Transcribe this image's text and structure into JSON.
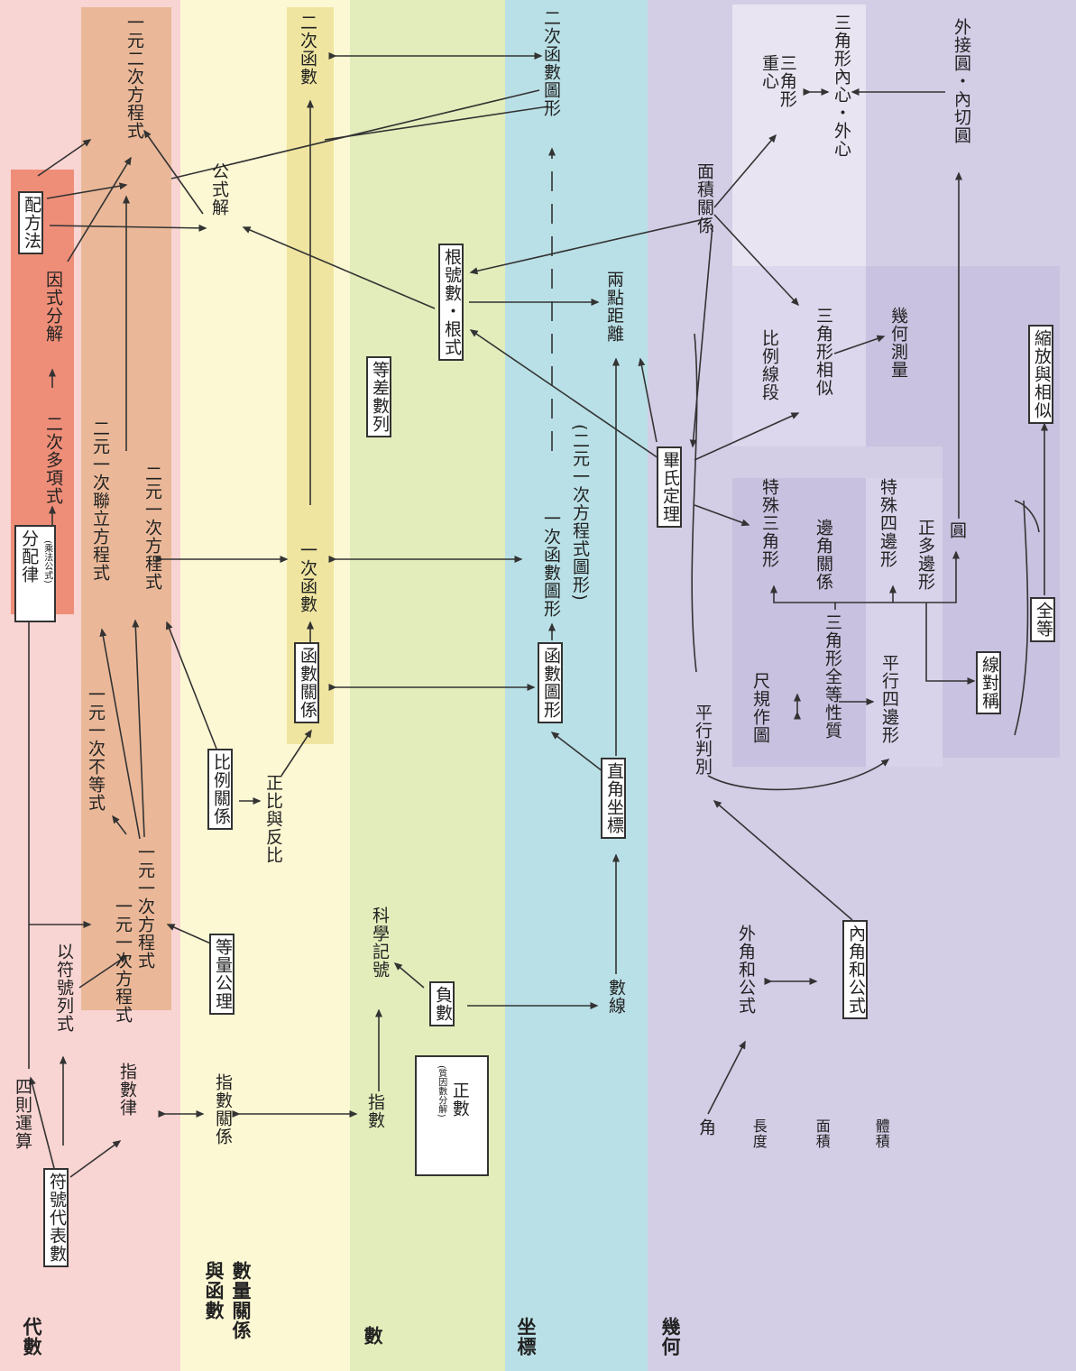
{
  "strands": {
    "algebra": "代數",
    "relations": "數量關係\n與函數",
    "number": "數",
    "coordinates": "坐標",
    "geometry": "幾何"
  },
  "colors": {
    "algebra": "#f8d4d2",
    "relations": "#fdf8d4",
    "number": "#e2edbb",
    "coordinates": "#b9e0e6",
    "geometry": "#d3cde6"
  },
  "nodes": {
    "symbol_number": "符號代表數",
    "four_ops": "四則運算",
    "exp_law": "指數律",
    "symbol_expr": "以符號列式",
    "dist_law": "分配律",
    "dist_law_note": "(乘法公式)",
    "poly2": "二次多項式",
    "factor": "因式分解",
    "complete_sq": "配方法",
    "lin_eq1_a": "一元一次方程式",
    "lin_ineq": "一元一次不等式",
    "lin_eq1_b": "一元一次方程式",
    "sys_eq": "二元一次聯立方程式",
    "lin_eq2": "二元一次方程式",
    "quad_eq": "一元二次方程式",
    "equal_axiom": "等量公理",
    "exp_relation": "指數關係",
    "ratio_rel": "比例關係",
    "direct_inverse": "正比與反比",
    "function_rel": "函數關係",
    "linear_fn": "一次函數",
    "quad_fn": "二次函數",
    "formula": "公式解",
    "exponent": "指數",
    "prime_note": "(質因數分解)",
    "positive": "正數",
    "sci_notation": "科學記號",
    "negative": "負數",
    "arith_seq": "等差數列",
    "radical": "根號數・根式",
    "number_line": "數線",
    "cartesian": "直角坐標",
    "fn_graph": "函數圖形",
    "lin_fn_graph": "一次函數圖形",
    "lin_eq_graph": "(二元一次方程式圖形)",
    "distance": "兩點距離",
    "quad_fn_graph": "二次函數圖形",
    "angle": "角",
    "length": "長度",
    "area": "面積",
    "volume": "體積",
    "ext_angle": "外角和公式",
    "int_angle": "內角和公式",
    "parallel": "平行判別",
    "compass": "尺規作圖",
    "congruent_tri": "三角形全等性質",
    "parallelogram": "平行四邊形",
    "symmetry": "線對稱",
    "congruence": "全等",
    "special_tri": "特殊三角形",
    "side_angle": "邊角關係",
    "special_quad": "特殊四邊形",
    "regular_poly": "正多邊形",
    "circle": "圓",
    "pythagoras": "畢氏定理",
    "proportional": "比例線段",
    "similar_tri": "三角形相似",
    "geo_measure": "幾何測量",
    "scaling": "縮放與相似",
    "area_rel": "面積關係",
    "centroid": "三角形重心",
    "centers": "三角形內心・外心",
    "circ_insc": "外接圓・內切圓"
  }
}
